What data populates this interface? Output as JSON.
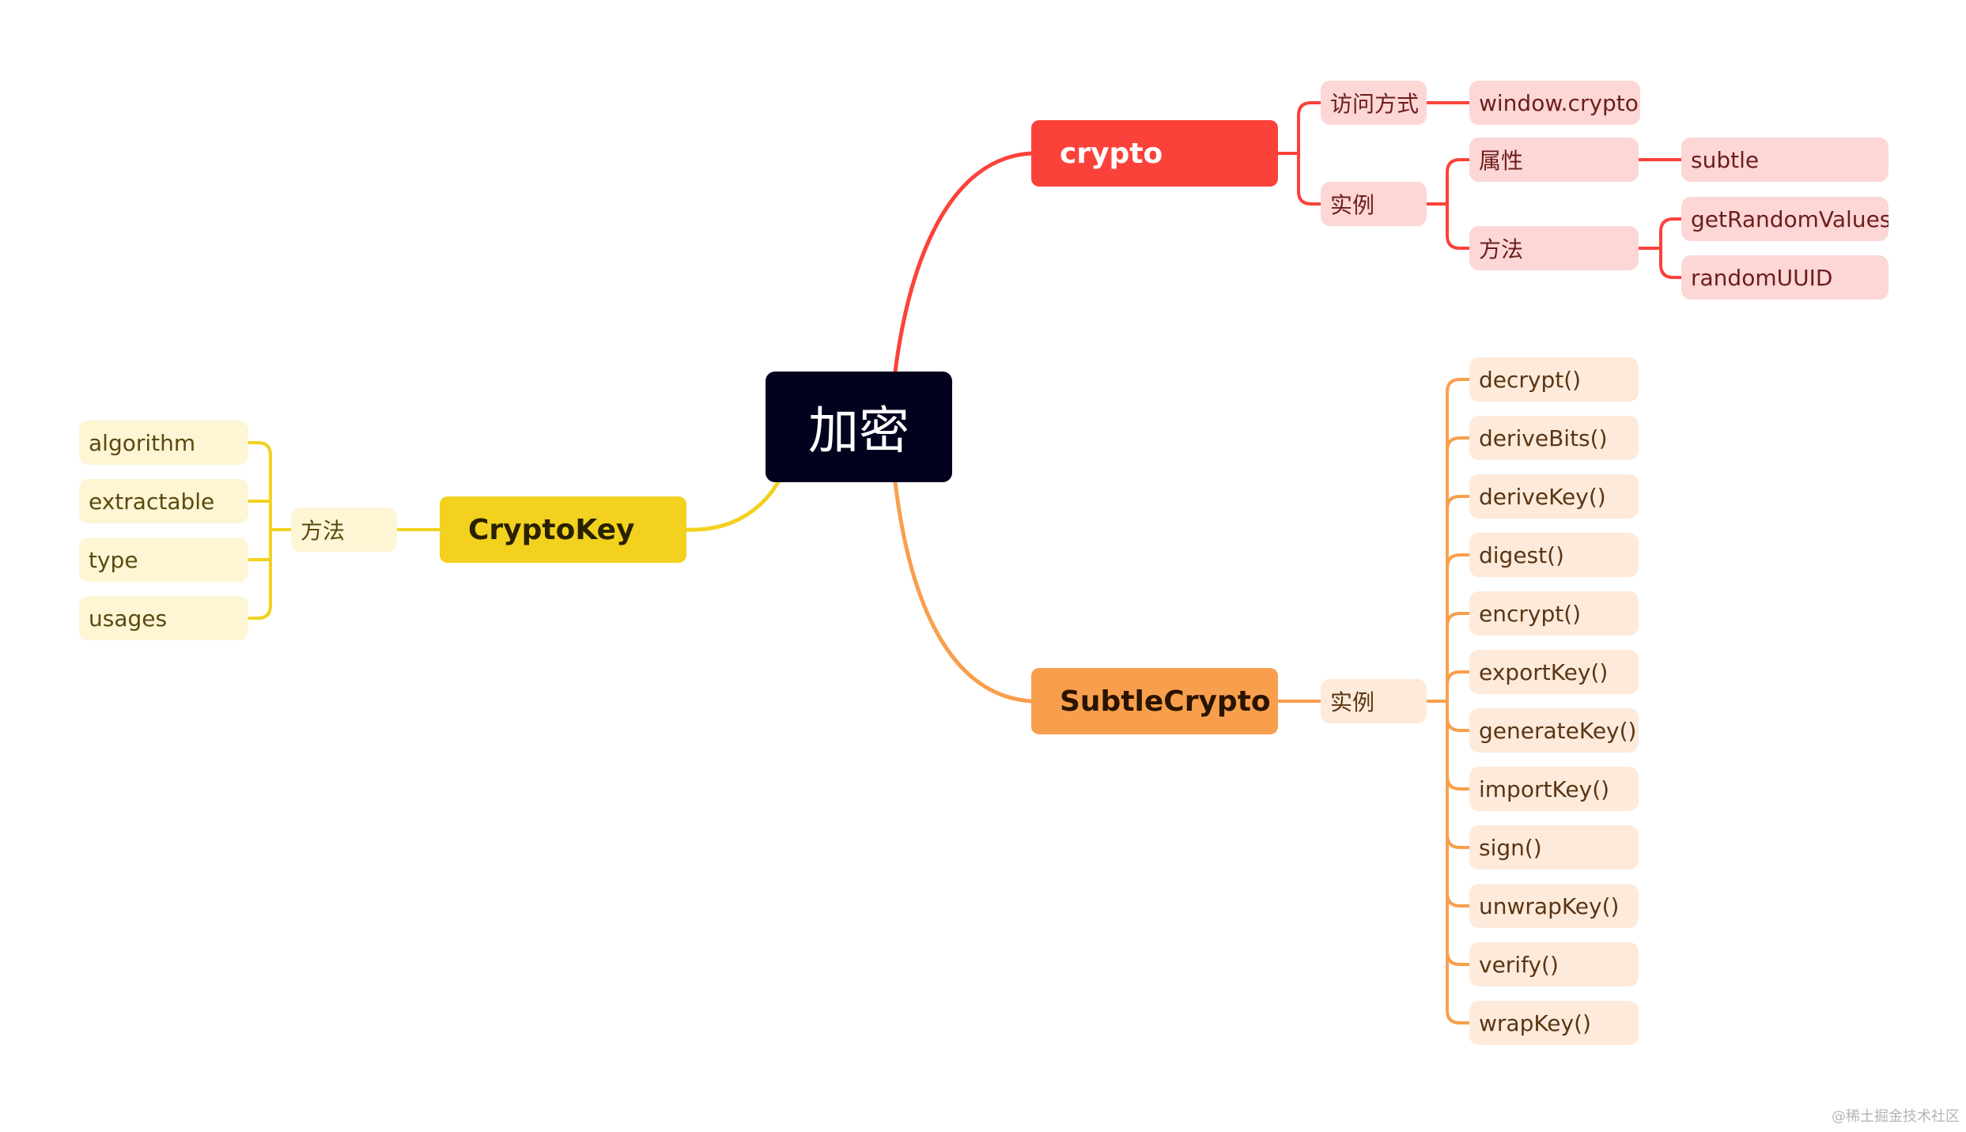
{
  "root": {
    "label": "加密"
  },
  "colors": {
    "root": "#02021f",
    "crypto": "#fb423a",
    "crypto_light": "#fdd6d6",
    "cryptokey": "#f2d11f",
    "cryptokey_light": "#fdf5d4",
    "subtlecrypto": "#f89f4d",
    "subtlecrypto_light": "#fdeadb"
  },
  "crypto": {
    "label": "crypto",
    "access": {
      "label": "访问方式",
      "value": "window.crypto"
    },
    "instance": {
      "label": "实例",
      "properties": {
        "label": "属性",
        "items": [
          "subtle"
        ]
      },
      "methods": {
        "label": "方法",
        "items": [
          "getRandomValues",
          "randomUUID"
        ]
      }
    }
  },
  "cryptokey": {
    "label": "CryptoKey",
    "methods": {
      "label": "方法",
      "items": [
        "algorithm",
        "extractable",
        "type",
        "usages"
      ]
    }
  },
  "subtlecrypto": {
    "label": "SubtleCrypto",
    "instance": {
      "label": "实例",
      "items": [
        "decrypt()",
        "deriveBits()",
        "deriveKey()",
        "digest()",
        "encrypt()",
        "exportKey()",
        "generateKey()",
        "importKey()",
        "sign()",
        "unwrapKey()",
        "verify()",
        "wrapKey()"
      ]
    }
  },
  "watermark": "@稀土掘金技术社区"
}
